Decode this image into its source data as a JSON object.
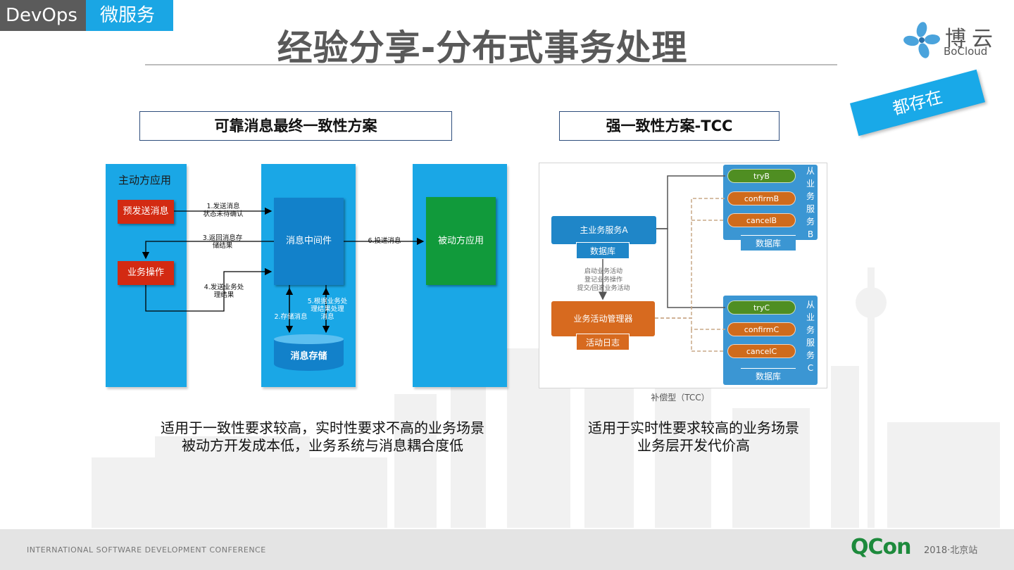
{
  "header": {
    "tag_devops": "DevOps",
    "tag_micro": "微服务",
    "title": "经验分享-分布式事务处理",
    "logo_cn": "博云",
    "logo_en": "BoCloud",
    "ribbon": "都存在"
  },
  "left_scheme": {
    "title": "可靠消息最终一致性方案",
    "lane_label": "主动方应用",
    "pre_send": "预发送消息",
    "biz_op": "业务操作",
    "mq": "消息中间件",
    "passive": "被动方应用",
    "store": "消息存储",
    "step1": "1.发送消息\n状态未待确认",
    "step3": "3.返回消息存\n储结果",
    "step4": "4.发送业务处\n理结果",
    "step6": "6.投递消息",
    "step2": "2.存储消息",
    "step5": "5.根据业务处\n理结果处理\n消息",
    "desc_line1": "适用于一致性要求较高，实时性要求不高的业务场景",
    "desc_line2": "被动方开发成本低，业务系统与消息耦合度低"
  },
  "right_scheme": {
    "title": "强一致性方案-TCC",
    "main_service": "主业务服务A",
    "main_db": "数据库",
    "flow_note": "启动业务活动\n登记业务操作\n提交/回滚业务活动",
    "activity_manager": "业务活动管理器",
    "activity_log": "活动日志",
    "panel_b": {
      "try": "tryB",
      "confirm": "confirmB",
      "cancel": "cancelB",
      "db": "数据库",
      "vertical": "从业务服务B"
    },
    "panel_c": {
      "try": "tryC",
      "confirm": "confirmC",
      "cancel": "cancelC",
      "db": "数据库",
      "vertical": "从业务服务C"
    },
    "caption": "补偿型（TCC）",
    "desc_line1": "适用于实时性要求较高的业务场景",
    "desc_line2": "业务层开发代价高"
  },
  "footer": {
    "conference": "INTERNATIONAL SOFTWARE DEVELOPMENT CONFERENCE",
    "qcon": "QCon",
    "event": "2018·北京站"
  },
  "colors": {
    "accent_blue": "#1aa7e6",
    "mq_blue": "#1281ca",
    "red": "#d32a12",
    "green": "#119a3b",
    "orange": "#d76a1f"
  }
}
